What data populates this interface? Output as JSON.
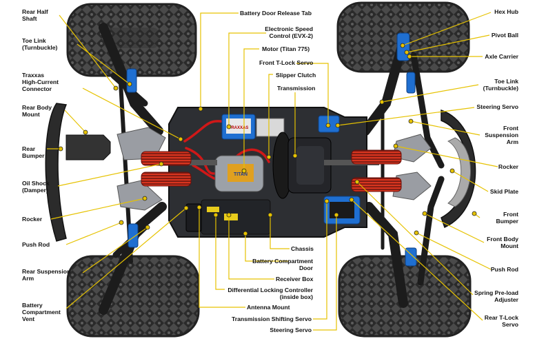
{
  "colors": {
    "leader": "#e6c200",
    "dot": "#e6c200",
    "tire": "#3a3a3a",
    "tread": "#1e1e1e",
    "chassis": "#2d2f33",
    "frame": "#1f2024",
    "shock_spring": "#c8251c",
    "blue_part": "#1f6fd1",
    "wire_red": "#d01818",
    "bumper": "#333333"
  },
  "labels": {
    "rear_half_shaft": [
      "Rear Half",
      "Shaft"
    ],
    "toe_link_left": [
      "Toe Link",
      "(Turnbuckle)"
    ],
    "traxxas_connector": [
      "Traxxas",
      "High-Current",
      "Connector"
    ],
    "rear_body_mount": [
      "Rear Body",
      "Mount"
    ],
    "rear_bumper": [
      "Rear",
      "Bumper"
    ],
    "oil_shock": [
      "Oil Shock",
      "(Damper)"
    ],
    "rocker_left": [
      "Rocker"
    ],
    "push_rod_left": [
      "Push Rod"
    ],
    "rear_suspension_arm": [
      "Rear Suspension",
      "Arm"
    ],
    "battery_compartment_vent": [
      "Battery",
      "Compartment",
      "Vent"
    ],
    "battery_door_release_tab": [
      "Battery Door Release Tab"
    ],
    "esc": [
      "Electronic Speed",
      "Control (EVX-2)"
    ],
    "motor": [
      "Motor (Titan 775)"
    ],
    "front_tlock_servo": [
      "Front T-Lock Servo"
    ],
    "slipper_clutch": [
      "Slipper Clutch"
    ],
    "transmission": [
      "Transmission"
    ],
    "chassis": [
      "Chassis"
    ],
    "battery_compartment_door": [
      "Battery Compartment",
      "Door"
    ],
    "receiver_box": [
      "Receiver Box"
    ],
    "diff_locking_controller": [
      "Differential Locking Controller",
      "(inside box)"
    ],
    "antenna_mount": [
      "Antenna Mount"
    ],
    "transmission_shifting_servo": [
      "Transmission Shifting Servo"
    ],
    "steering_servo_bottom": [
      "Steering Servo"
    ],
    "hex_hub": [
      "Hex Hub"
    ],
    "pivot_ball": [
      "Pivot Ball"
    ],
    "axle_carrier": [
      "Axle Carrier"
    ],
    "toe_link_right": [
      "Toe Link",
      "(Turnbuckle)"
    ],
    "steering_servo_right": [
      "Steering Servo"
    ],
    "front_suspension_arm": [
      "Front",
      "Suspension",
      "Arm"
    ],
    "rocker_right": [
      "Rocker"
    ],
    "skid_plate": [
      "Skid Plate"
    ],
    "front_bumper": [
      "Front",
      "Bumper"
    ],
    "front_body_mount": [
      "Front Body",
      "Mount"
    ],
    "push_rod_right": [
      "Push Rod"
    ],
    "spring_preload_adjuster": [
      "Spring Pre-load",
      "Adjuster"
    ],
    "rear_tlock_servo": [
      "Rear T-Lock",
      "Servo"
    ]
  },
  "esc_sticker": "TRAXXAS",
  "motor_sticker": "TITAN"
}
